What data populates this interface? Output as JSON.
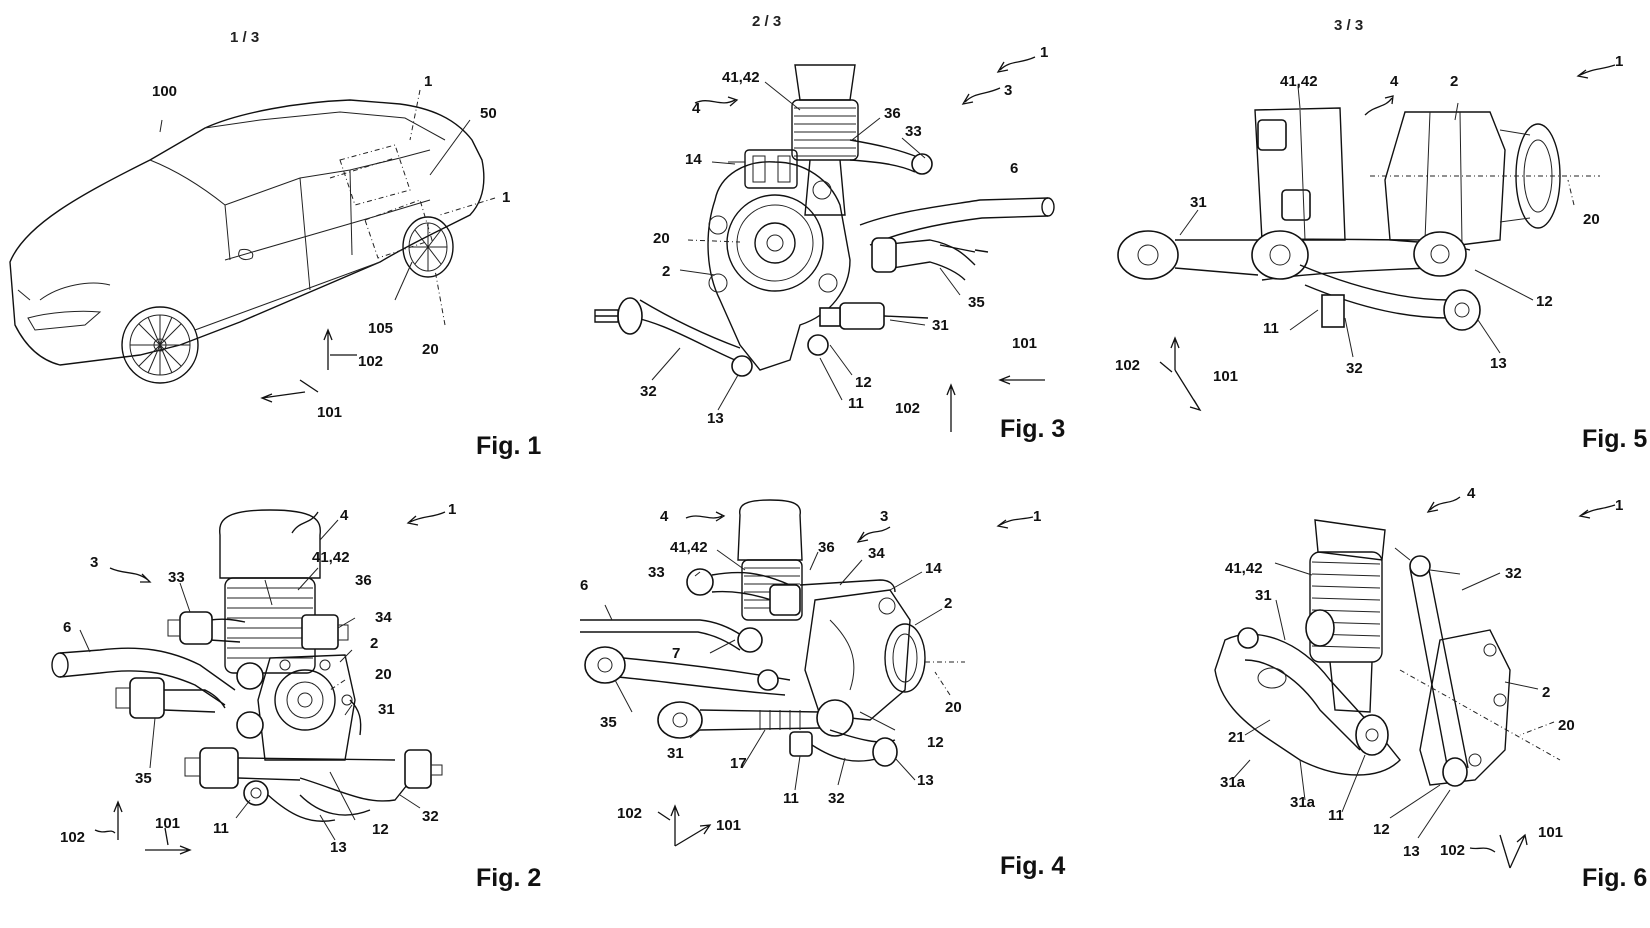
{
  "pages": [
    "1 / 3",
    "2 / 3",
    "3 / 3"
  ],
  "figures": {
    "fig1": {
      "caption": "Fig. 1",
      "labels": {
        "l100": "100",
        "l1a": "1",
        "l50": "50",
        "l1b": "1",
        "l105": "105",
        "l20": "20",
        "l102": "102",
        "l101": "101"
      }
    },
    "fig2": {
      "caption": "Fig. 2",
      "labels": {
        "l4": "4",
        "l1": "1",
        "l3": "3",
        "l4142": "41,42",
        "l33": "33",
        "l36": "36",
        "l34": "34",
        "l6": "6",
        "l2": "2",
        "l20": "20",
        "l31": "31",
        "l35": "35",
        "l11": "11",
        "l12": "12",
        "l32": "32",
        "l13": "13",
        "l102": "102",
        "l101": "101"
      }
    },
    "fig3": {
      "caption": "Fig. 3",
      "labels": {
        "l4142": "41,42",
        "l1": "1",
        "l4": "4",
        "l3": "3",
        "l36": "36",
        "l33": "33",
        "l14": "14",
        "l6": "6",
        "l20": "20",
        "l2": "2",
        "l35": "35",
        "l31": "31",
        "l12": "12",
        "l32": "32",
        "l11": "11",
        "l13": "13",
        "l101": "101",
        "l102": "102"
      }
    },
    "fig4": {
      "caption": "Fig. 4",
      "labels": {
        "l4": "4",
        "l3": "3",
        "l1": "1",
        "l4142": "41,42",
        "l36": "36",
        "l34": "34",
        "l33": "33",
        "l14": "14",
        "l6": "6",
        "l2": "2",
        "l7": "7",
        "l20": "20",
        "l35": "35",
        "l12": "12",
        "l31": "31",
        "l17": "17",
        "l13": "13",
        "l11": "11",
        "l32": "32",
        "l102": "102",
        "l101": "101"
      }
    },
    "fig5": {
      "caption": "Fig. 5",
      "labels": {
        "l1": "1",
        "l4142": "41,42",
        "l4": "4",
        "l2": "2",
        "l20": "20",
        "l31": "31",
        "l12": "12",
        "l11": "11",
        "l32": "32",
        "l13": "13",
        "l102": "102",
        "l101": "101"
      }
    },
    "fig6": {
      "caption": "Fig. 6",
      "labels": {
        "l4": "4",
        "l1": "1",
        "l4142": "41,42",
        "l32": "32",
        "l31": "31",
        "l2": "2",
        "l20": "20",
        "l21": "21",
        "l31a1": "31a",
        "l31a2": "31a",
        "l11": "11",
        "l12": "12",
        "l13": "13",
        "l102": "102",
        "l101": "101"
      }
    }
  }
}
